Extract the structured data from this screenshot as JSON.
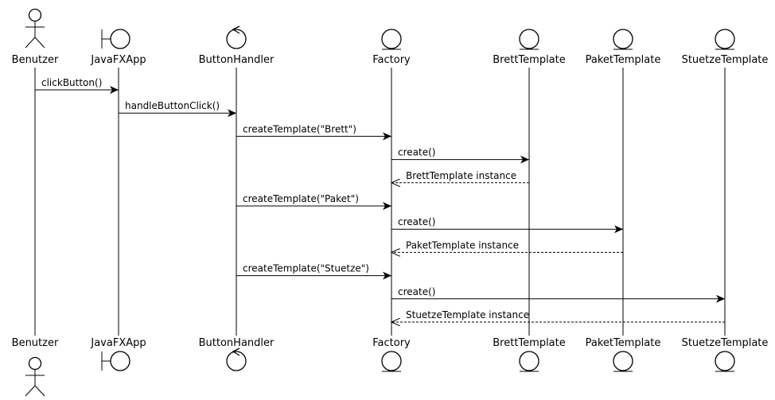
{
  "participants": [
    {
      "key": "benutzer",
      "name": "Benutzer",
      "kind": "actor"
    },
    {
      "key": "javafxapp",
      "name": "JavaFXApp",
      "kind": "boundary"
    },
    {
      "key": "buttonhandler",
      "name": "ButtonHandler",
      "kind": "control"
    },
    {
      "key": "factory",
      "name": "Factory",
      "kind": "entity"
    },
    {
      "key": "bretttemplate",
      "name": "BrettTemplate",
      "kind": "entity"
    },
    {
      "key": "pakettemplate",
      "name": "PaketTemplate",
      "kind": "entity"
    },
    {
      "key": "stuetzetemplate",
      "name": "StuetzeTemplate",
      "kind": "entity"
    }
  ],
  "messages": [
    {
      "from": 0,
      "to": 1,
      "label": "clickButton()",
      "kind": "call"
    },
    {
      "from": 1,
      "to": 2,
      "label": "handleButtonClick()",
      "kind": "call"
    },
    {
      "from": 2,
      "to": 3,
      "label": "createTemplate(\"Brett\")",
      "kind": "call"
    },
    {
      "from": 3,
      "to": 4,
      "label": "create()",
      "kind": "call"
    },
    {
      "from": 4,
      "to": 3,
      "label": "BrettTemplate instance",
      "kind": "return"
    },
    {
      "from": 2,
      "to": 3,
      "label": "createTemplate(\"Paket\")",
      "kind": "call"
    },
    {
      "from": 3,
      "to": 5,
      "label": "create()",
      "kind": "call"
    },
    {
      "from": 5,
      "to": 3,
      "label": "PaketTemplate instance",
      "kind": "return"
    },
    {
      "from": 2,
      "to": 3,
      "label": "createTemplate(\"Stuetze\")",
      "kind": "call"
    },
    {
      "from": 3,
      "to": 6,
      "label": "create()",
      "kind": "call"
    },
    {
      "from": 6,
      "to": 3,
      "label": "StuetzeTemplate instance",
      "kind": "return"
    }
  ]
}
